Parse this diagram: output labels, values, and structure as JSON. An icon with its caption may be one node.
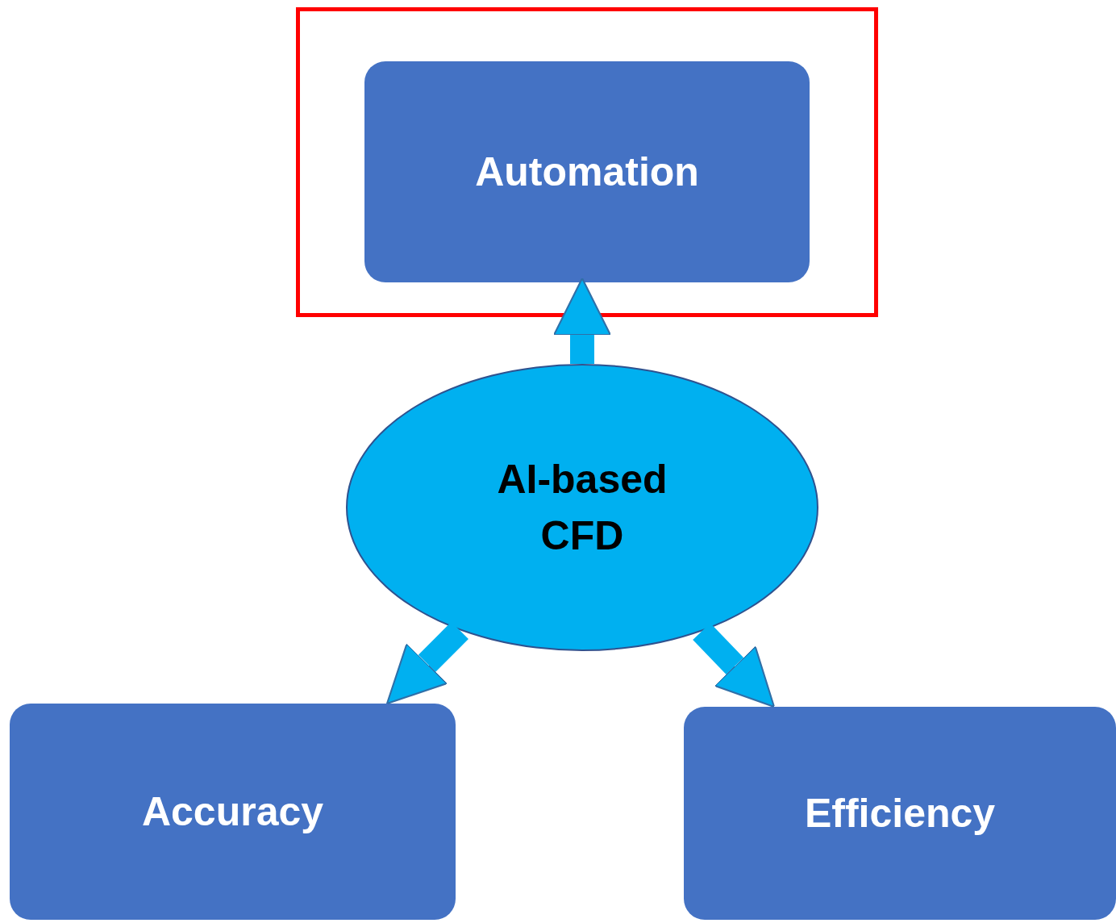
{
  "diagram": {
    "nodes": [
      {
        "text": [],
        "shape": "box"
      },
      {
        "text": [
          "Automation"
        ],
        "in": 0
      },
      {
        "text": [
          "AI-based CFD"
        ]
      },
      {
        "text": [
          "Accuracy"
        ]
      },
      {
        "text": [
          "Efficiency"
        ]
      }
    ],
    "edges": [
      {
        "from": 2,
        "to": 1,
        "arrow": "to"
      },
      {
        "from": 2,
        "to": 3,
        "arrow": "to"
      },
      {
        "from": 2,
        "to": 4,
        "arrow": "to"
      }
    ]
  }
}
